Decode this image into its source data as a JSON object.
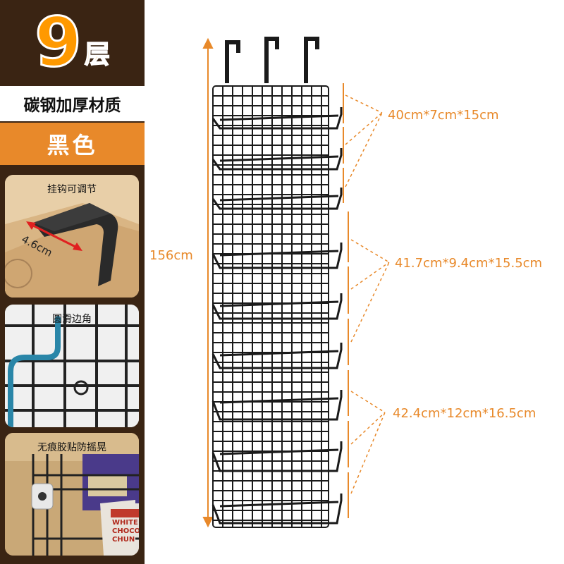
{
  "header": {
    "layers_number": "9",
    "layers_unit": "层"
  },
  "material": "碳钢加厚材质",
  "color_label": "黑色",
  "features": [
    {
      "caption": "挂钩可调节",
      "measure": "4.6cm"
    },
    {
      "caption": "圆滑边角"
    },
    {
      "caption": "无痕胶贴防摇晃",
      "package_text": [
        "WHITE",
        "CHOCO",
        "CHUN"
      ]
    }
  ],
  "dimensions": {
    "total_height": "156cm",
    "small_basket": "40cm*7cm*15cm",
    "medium_basket": "41.7cm*9.4cm*15.5cm",
    "large_basket": "42.4cm*12cm*16.5cm"
  },
  "colors": {
    "brand_orange": "#e8892a",
    "dark_brown": "#3a2413",
    "rack_black": "#1a1a1a"
  }
}
